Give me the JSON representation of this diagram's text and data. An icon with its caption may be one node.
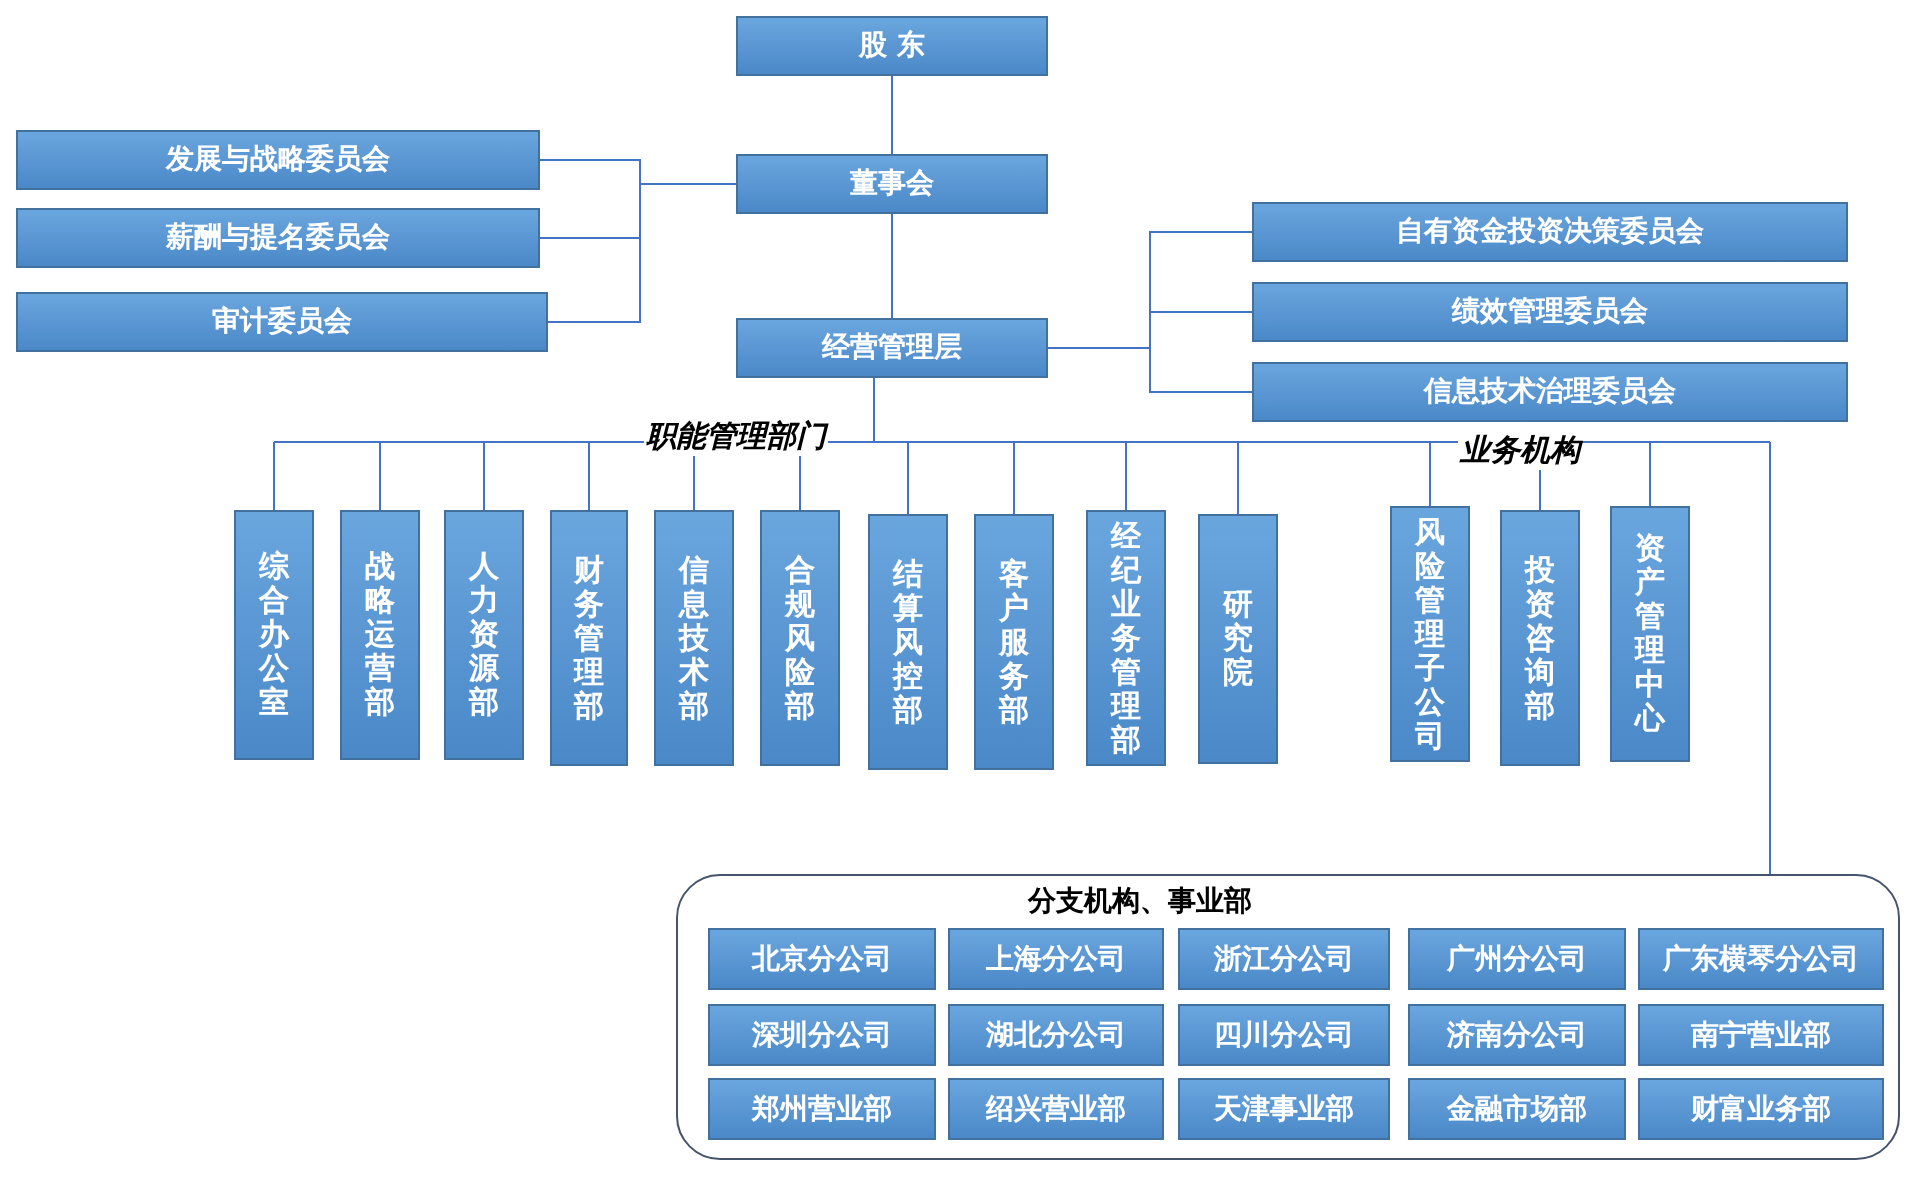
{
  "diagram": {
    "nodes": [
      {
        "text": [
          "股 东"
        ]
      },
      {
        "text": [
          "董事会"
        ]
      },
      {
        "text": [
          "发展与战略委员会"
        ]
      },
      {
        "text": [
          "薪酬与提名委员会"
        ]
      },
      {
        "text": [
          "审计委员会"
        ]
      },
      {
        "text": [
          "经营管理层"
        ]
      },
      {
        "text": [
          "自有资金投资决策委员会"
        ]
      },
      {
        "text": [
          "绩效管理委员会"
        ]
      },
      {
        "text": [
          "信息技术治理委员会"
        ]
      },
      {
        "text": [
          "综合办公室"
        ]
      },
      {
        "text": [
          "战略运营部"
        ]
      },
      {
        "text": [
          "人力资源部"
        ]
      },
      {
        "text": [
          "财务管理部"
        ]
      },
      {
        "text": [
          "信息技术部"
        ]
      },
      {
        "text": [
          "合规风险部"
        ]
      },
      {
        "text": [
          "结算风控部"
        ]
      },
      {
        "text": [
          "客户服务部"
        ]
      },
      {
        "text": [
          "经纪业务管理部"
        ]
      },
      {
        "text": [
          "研究院"
        ]
      },
      {
        "text": [
          "风险管理子公司"
        ]
      },
      {
        "text": [
          "投资咨询部"
        ]
      },
      {
        "text": [
          "资产管理中心"
        ]
      },
      {
        "text": [
          "分支机构、事业部"
        ]
      },
      {
        "text": [
          "北京分公司"
        ],
        "in": 22
      },
      {
        "text": [
          "上海分公司"
        ],
        "in": 22
      },
      {
        "text": [
          "浙江分公司"
        ],
        "in": 22
      },
      {
        "text": [
          "广州分公司"
        ],
        "in": 22
      },
      {
        "text": [
          "广东横琴分公司"
        ],
        "in": 22
      },
      {
        "text": [
          "深圳分公司"
        ],
        "in": 22
      },
      {
        "text": [
          "湖北分公司"
        ],
        "in": 22
      },
      {
        "text": [
          "四川分公司"
        ],
        "in": 22
      },
      {
        "text": [
          "济南分公司"
        ],
        "in": 22
      },
      {
        "text": [
          "南宁营业部"
        ],
        "in": 22
      },
      {
        "text": [
          "郑州营业部"
        ],
        "in": 22
      },
      {
        "text": [
          "绍兴营业部"
        ],
        "in": 22
      },
      {
        "text": [
          "天津事业部"
        ],
        "in": 22
      },
      {
        "text": [
          "金融市场部"
        ],
        "in": 22
      },
      {
        "text": [
          "财富业务部"
        ],
        "in": 22
      }
    ],
    "edges": [
      {
        "from": 0,
        "to": 1,
        "arrow": "none"
      },
      {
        "from": 1,
        "to": 2,
        "arrow": "none"
      },
      {
        "from": 1,
        "to": 3,
        "arrow": "none"
      },
      {
        "from": 1,
        "to": 4,
        "arrow": "none"
      },
      {
        "from": 1,
        "to": 5,
        "arrow": "none"
      },
      {
        "from": 5,
        "to": 6,
        "arrow": "none"
      },
      {
        "from": 5,
        "to": 7,
        "arrow": "none"
      },
      {
        "from": 5,
        "to": 8,
        "arrow": "none"
      },
      {
        "from": 5,
        "to": 9,
        "arrow": "none"
      },
      {
        "from": 5,
        "to": 10,
        "arrow": "none"
      },
      {
        "from": 5,
        "to": 11,
        "arrow": "none"
      },
      {
        "from": 5,
        "to": 12,
        "arrow": "none"
      },
      {
        "from": 5,
        "to": 13,
        "arrow": "none"
      },
      {
        "from": 5,
        "to": 14,
        "arrow": "none"
      },
      {
        "from": 5,
        "to": 15,
        "arrow": "none"
      },
      {
        "from": 5,
        "to": 16,
        "arrow": "none"
      },
      {
        "from": 5,
        "to": 17,
        "arrow": "none"
      },
      {
        "from": 5,
        "to": 18,
        "arrow": "none"
      },
      {
        "from": 5,
        "to": 19,
        "arrow": "none"
      },
      {
        "from": 5,
        "to": 20,
        "arrow": "none"
      },
      {
        "from": 5,
        "to": 21,
        "arrow": "none"
      },
      {
        "from": 5,
        "to": 22,
        "arrow": "none"
      }
    ],
    "labels": [
      "职能管理部门",
      "业务机构"
    ]
  }
}
